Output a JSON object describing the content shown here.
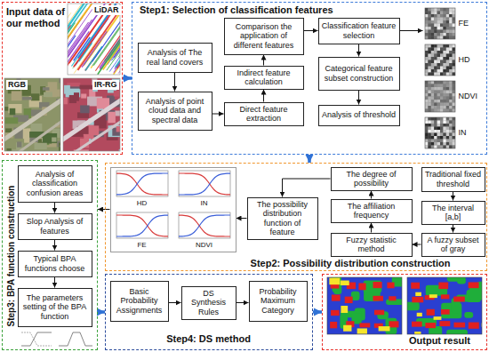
{
  "diagram": {
    "nodes": [
      {
        "text": [
          "Input data of our method"
        ]
      },
      {
        "text": [
          "Step1: Selection of classification features"
        ]
      },
      {
        "text": [
          "Analysis of The real land covers"
        ],
        "in": 1
      },
      {
        "text": [
          "Analysis of point cloud data and spectral data"
        ],
        "in": 1
      },
      {
        "text": [
          "Comparison the application of different features"
        ],
        "in": 1
      },
      {
        "text": [
          "Indirect feature calculation"
        ],
        "in": 1
      },
      {
        "text": [
          "Direct feature extraction"
        ],
        "in": 1
      },
      {
        "text": [
          "Classification feature selection"
        ],
        "in": 1
      },
      {
        "text": [
          "Categorical feature subset construction"
        ],
        "in": 1
      },
      {
        "text": [
          "Analysis of threshold"
        ],
        "in": 1
      },
      {
        "text": [
          "FE",
          "HD",
          "NDVI",
          "IN"
        ],
        "in": 1
      },
      {
        "text": [
          "Step3: BPA function construction"
        ]
      },
      {
        "text": [
          "Analysis of classification confusion areas"
        ],
        "in": 11
      },
      {
        "text": [
          "Slop Analysis of features"
        ],
        "in": 11
      },
      {
        "text": [
          "Typical BPA functions choose"
        ],
        "in": 11
      },
      {
        "text": [
          "The parameters setting of the BPA function"
        ],
        "in": 11
      },
      {
        "text": [
          "Step2: Possibility distribution construction"
        ]
      },
      {
        "text": [
          "HD",
          "IN",
          "FE",
          "NDVI"
        ],
        "in": 16
      },
      {
        "text": [
          "The possibility distribution function of feature"
        ],
        "in": 16
      },
      {
        "text": [
          "The degree of possibility"
        ],
        "in": 16
      },
      {
        "text": [
          "Traditional fixed threshold"
        ],
        "in": 16
      },
      {
        "text": [
          "The affiliation frequency"
        ],
        "in": 16
      },
      {
        "text": [
          "The interval [a,b]"
        ],
        "in": 16
      },
      {
        "text": [
          "Fuzzy statistic method"
        ],
        "in": 16
      },
      {
        "text": [
          "A fuzzy subset of gray"
        ],
        "in": 16
      },
      {
        "text": [
          "Step4: DS method"
        ]
      },
      {
        "text": [
          "Basic Probability Assignments"
        ],
        "in": 25
      },
      {
        "text": [
          "DS Synthesis Rules"
        ],
        "in": 25
      },
      {
        "text": [
          "Probability Maximum Category"
        ],
        "in": 25
      },
      {
        "text": [
          "Output result"
        ]
      }
    ],
    "edges": [
      {
        "from": 0,
        "to": 1,
        "arrow": "to"
      },
      {
        "from": 2,
        "to": 3,
        "arrow": "to"
      },
      {
        "from": 3,
        "to": 6,
        "arrow": "to"
      },
      {
        "from": 6,
        "to": 5,
        "arrow": "to"
      },
      {
        "from": 5,
        "to": 4,
        "arrow": "to"
      },
      {
        "from": 4,
        "to": 7,
        "arrow": "to"
      },
      {
        "from": 7,
        "to": 10,
        "arrow": "to"
      },
      {
        "from": 7,
        "to": 8,
        "arrow": "to"
      },
      {
        "from": 8,
        "to": 9,
        "arrow": "to"
      },
      {
        "from": 1,
        "to": 16,
        "arrow": "to"
      },
      {
        "from": 20,
        "to": 22,
        "arrow": "to"
      },
      {
        "from": 22,
        "to": 24,
        "arrow": "to"
      },
      {
        "from": 24,
        "to": 23,
        "arrow": "to"
      },
      {
        "from": 23,
        "to": 21,
        "arrow": "to"
      },
      {
        "from": 21,
        "to": 19,
        "arrow": "to"
      },
      {
        "from": 19,
        "to": 18,
        "arrow": "to"
      },
      {
        "from": 18,
        "to": 17,
        "arrow": "to"
      },
      {
        "from": 17,
        "to": 11,
        "arrow": "to"
      },
      {
        "from": 12,
        "to": 13,
        "arrow": "to"
      },
      {
        "from": 13,
        "to": 14,
        "arrow": "to"
      },
      {
        "from": 14,
        "to": 15,
        "arrow": "to"
      },
      {
        "from": 11,
        "to": 25,
        "arrow": "to"
      },
      {
        "from": 26,
        "to": 27,
        "arrow": "to"
      },
      {
        "from": 27,
        "to": 28,
        "arrow": "to"
      },
      {
        "from": 25,
        "to": 29,
        "arrow": "to"
      }
    ],
    "labels": [
      "LiDAR",
      "RGB",
      "IR-RG"
    ]
  }
}
